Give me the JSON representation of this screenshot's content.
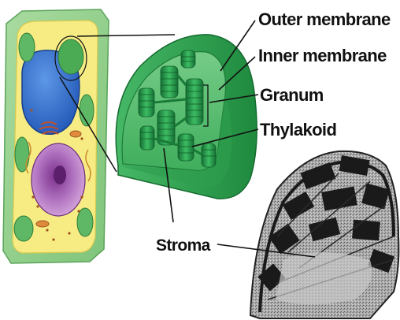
{
  "labels": {
    "outer_membrane": "Outer membrane",
    "inner_membrane": "Inner membrane",
    "granum": "Granum",
    "thylakoid": "Thylakoid",
    "stroma": "Stroma"
  },
  "colors": {
    "cell_wall": "#8fcf8a",
    "cytoplasm": "#f6eb7f",
    "vacuole": "#2f6fcf",
    "nucleus": "#b06fb8",
    "chloroplast_outer": "#2e9a4a",
    "chloroplast_inner": "#3fb35c",
    "thylakoid": "#1f7a3c",
    "micrograph_dark": "#1a1a1a",
    "micrograph_light": "#bdbdbd"
  }
}
